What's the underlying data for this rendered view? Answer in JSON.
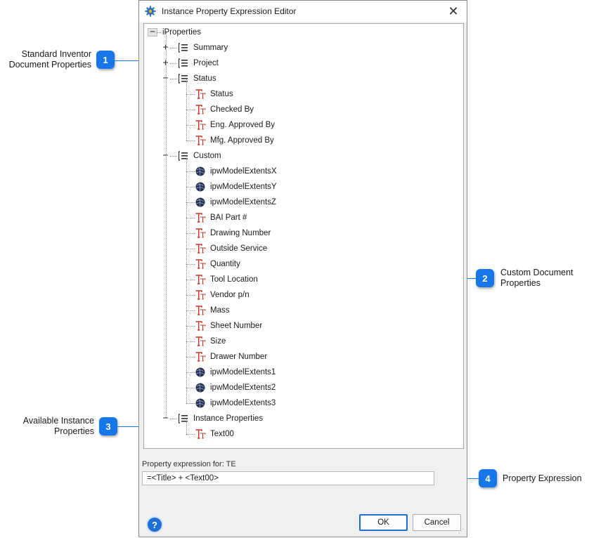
{
  "dialog": {
    "title": "Instance Property Expression Editor",
    "close_label": "✕",
    "property_label": "Property expression for: TE",
    "expression_value": "=<Title> + <Text00>",
    "help_label": "?",
    "ok_label": "OK",
    "cancel_label": "Cancel"
  },
  "tree": {
    "root": "iProperties",
    "groups": {
      "summary": "Summary",
      "project": "Project",
      "status": "Status",
      "custom": "Custom",
      "instance": "Instance Properties"
    },
    "status_items": [
      "Status",
      "Checked By",
      "Eng. Approved By",
      "Mfg. Approved By"
    ],
    "custom_items": [
      "ipwModelExtentsX",
      "ipwModelExtentsY",
      "ipwModelExtentsZ",
      "BAI Part #",
      "Drawing Number",
      "Outside Service",
      "Quantity",
      "Tool Location",
      "Vendor p/n",
      "Mass",
      "Sheet Number",
      "Size",
      "Drawer Number",
      "ipwModelExtents1",
      "ipwModelExtents2",
      "ipwModelExtents3"
    ],
    "custom_item_icons": [
      "sphere",
      "sphere",
      "sphere",
      "text",
      "text",
      "text",
      "text",
      "text",
      "text",
      "text",
      "text",
      "text",
      "text",
      "sphere",
      "sphere",
      "sphere"
    ],
    "instance_items": [
      "Text00"
    ]
  },
  "callouts": [
    {
      "number": "1",
      "line1": "Standard Inventor",
      "line2": "Document Properties"
    },
    {
      "number": "2",
      "line1": "Custom Document",
      "line2": "Properties"
    },
    {
      "number": "3",
      "line1": "Available Instance",
      "line2": "Properties"
    },
    {
      "number": "4",
      "line1": "Property Expression",
      "line2": ""
    }
  ],
  "colors": {
    "accent": "#1877e8",
    "text_icon": "#c0392b",
    "sphere_icon": "#2a3150"
  }
}
